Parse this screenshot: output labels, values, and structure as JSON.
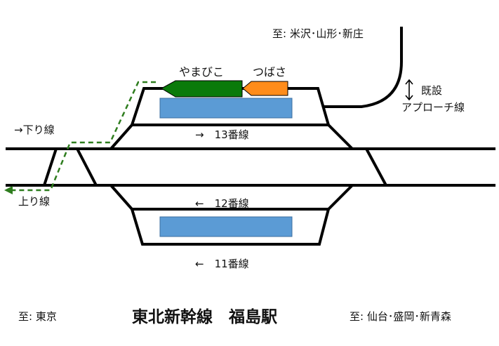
{
  "title": "東北新幹線　福島駅",
  "labels": {
    "to_tokyo": "至: 東京",
    "to_sendai": "至: 仙台･盛岡･新青森",
    "to_yonezawa": "至: 米沢･山形･新庄",
    "existing": "既設",
    "approach": "アプローチ線",
    "down_line": "→下り線",
    "up_line": "上り線",
    "track13": "→　13番線",
    "track12": "←　12番線",
    "track11": "←　11番線",
    "yamabiko": "やまびこ",
    "tsubasa": "つばさ"
  },
  "colors": {
    "track": "#000000",
    "platform": "#5b9bd5",
    "platform_border": "#3d6fa0",
    "yamabiko": "#0a7a0a",
    "tsubasa": "#ff8c1a",
    "route": "#2e7d1e"
  }
}
